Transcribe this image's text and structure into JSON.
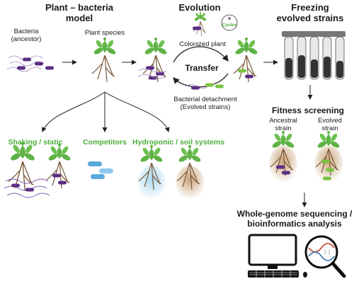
{
  "titles": {
    "plant_model_1": "Plant – bacteria",
    "plant_model_2": "model",
    "evolution": "Evolution",
    "freezing_1": "Freezing",
    "freezing_2": "evolved strains",
    "fitness": "Fitness screening",
    "wgs_1": "Whole-genome sequencing /",
    "wgs_2": "bioinformatics analysis"
  },
  "labels": {
    "bacteria_1": "Bacteria",
    "bacteria_2": "(ancestor)",
    "plant_species": "Plant species",
    "colonized_plant": "Colonized plant",
    "transfer": "Transfer",
    "cycles_x": "x",
    "cycles": "Cycles",
    "detachment_1": "Bacterial detachment",
    "detachment_2": "(Evolved strains)",
    "ancestral_1": "Ancestral",
    "ancestral_2": "strain",
    "evolved_1": "Evolved",
    "evolved_2": "strain"
  },
  "variables": {
    "shaking": "Shaking / static",
    "competitors": "Competitors",
    "hydroponic": "Hydroponic / soil systems"
  },
  "colors": {
    "green_text": "#4caf3a",
    "leaf": "#5fb246",
    "root": "#7a5a3a",
    "bacteria_purple": "#5b2d83",
    "bacteria_green": "#7cc242",
    "competitor_blue": "#5aa9dd",
    "soil": "#c9a47a",
    "water": "#a9d8f0"
  }
}
